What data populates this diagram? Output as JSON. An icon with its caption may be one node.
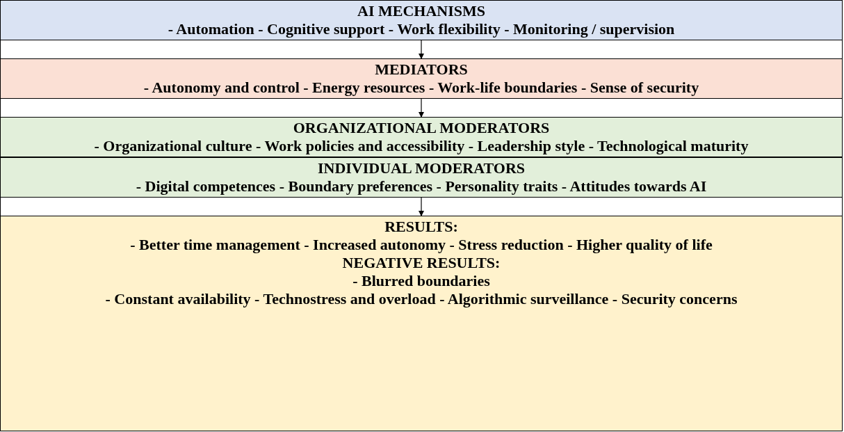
{
  "diagram": {
    "nodes": [
      {
        "text": [
          "AI MECHANISMS",
          "- Automation - Cognitive support - Work flexibility - Monitoring / supervision"
        ]
      },
      {
        "text": [
          "MEDIATORS",
          "- Autonomy and control - Energy resources - Work-life boundaries - Sense of security"
        ]
      },
      {
        "text": [
          "ORGANIZATIONAL MODERATORS",
          "- Organizational culture - Work policies and accessibility - Leadership style - Technological maturity"
        ]
      },
      {
        "text": [
          "INDIVIDUAL MODERATORS",
          "- Digital competences - Boundary preferences - Personality traits - Attitudes towards AI"
        ]
      },
      {
        "text": [
          "RESULTS:",
          "- Better time management - Increased autonomy - Stress reduction - Higher quality of life",
          "NEGATIVE RESULTS:",
          "- Blurred boundaries",
          "- Constant availability - Technostress and overload - Algorithmic surveillance - Security concerns"
        ]
      }
    ],
    "edges": [
      {
        "from": 0,
        "to": 1,
        "arrow": "to"
      },
      {
        "from": 1,
        "to": 2,
        "arrow": "to"
      },
      {
        "from": 3,
        "to": 4,
        "arrow": "to"
      }
    ]
  }
}
